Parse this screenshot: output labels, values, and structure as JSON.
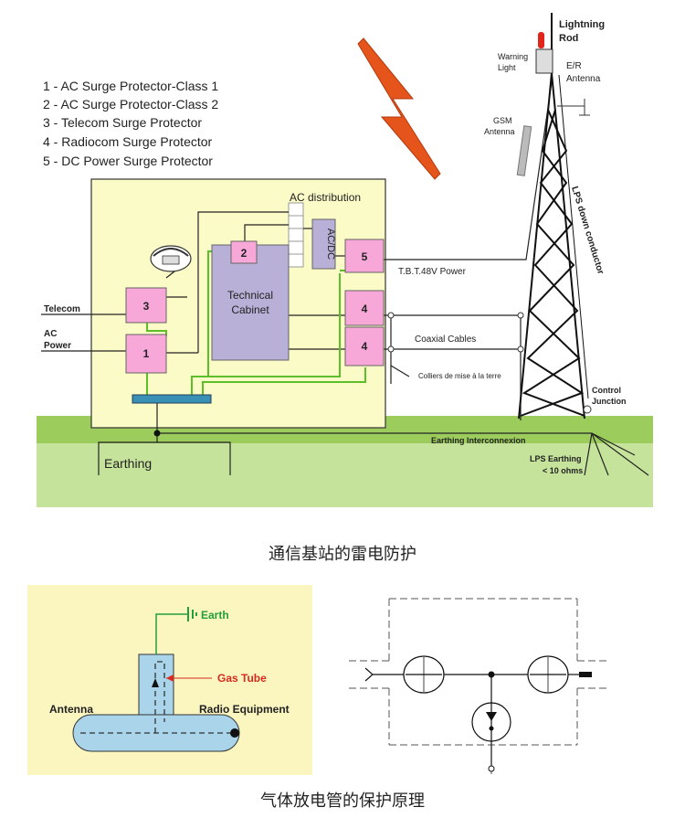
{
  "colors": {
    "ground": "#8bc34a",
    "ground_light": "#c8e6a0",
    "panel": "#fbfbc8",
    "pink": "#f7a8d8",
    "lavender": "#b8b0d6",
    "earth_green": "#5cbf2a",
    "bolt": "#e5541b",
    "gas_panel": "#fbf5c0",
    "tube_blue": "#a9d4ea",
    "label_red": "#d62b1f",
    "label_green": "#23a03a"
  },
  "legend": [
    "1 - AC Surge Protector-Class 1",
    "2 - AC Surge Protector-Class 2",
    "3 - Telecom Surge Protector",
    "4 - Radiocom Surge Protector",
    "5 - DC Power Surge Protector"
  ],
  "top_diagram": {
    "ac_distribution": "AC distribution",
    "acdc": "AC/DC",
    "technical_cabinet": [
      "Technical",
      "Cabinet"
    ],
    "telecom": "Telecom",
    "ac_power": [
      "AC",
      "Power"
    ],
    "box_labels": {
      "p1": "1",
      "p2": "2",
      "p3": "3",
      "p4a": "4",
      "p4b": "4",
      "p5": "5"
    },
    "tbt": "T.B.T.48V Power",
    "coaxial": "Coaxial Cables",
    "colliers": "Colliers de mise à la terre",
    "earthing": "Earthing",
    "earthing_interconnexion": "Earthing Interconnexion",
    "lps_earthing": [
      "LPS Earthing",
      "< 10 ohms"
    ],
    "control_junction": [
      "Control",
      "Junction"
    ],
    "lps_down": "LPS down conductor",
    "lightning_rod": [
      "Lightning",
      "Rod"
    ],
    "warning_light": [
      "Warning",
      "Light"
    ],
    "er_antenna": [
      "E/R",
      "Antenna"
    ],
    "gsm_antenna": [
      "GSM",
      "Antenna"
    ]
  },
  "caption_top": "通信基站的雷电防护",
  "bottom_left": {
    "earth": "Earth",
    "gas_tube": "Gas Tube",
    "antenna": "Antenna",
    "radio_equipment": "Radio Equipment"
  },
  "caption_bottom": "气体放电管的保护原理"
}
